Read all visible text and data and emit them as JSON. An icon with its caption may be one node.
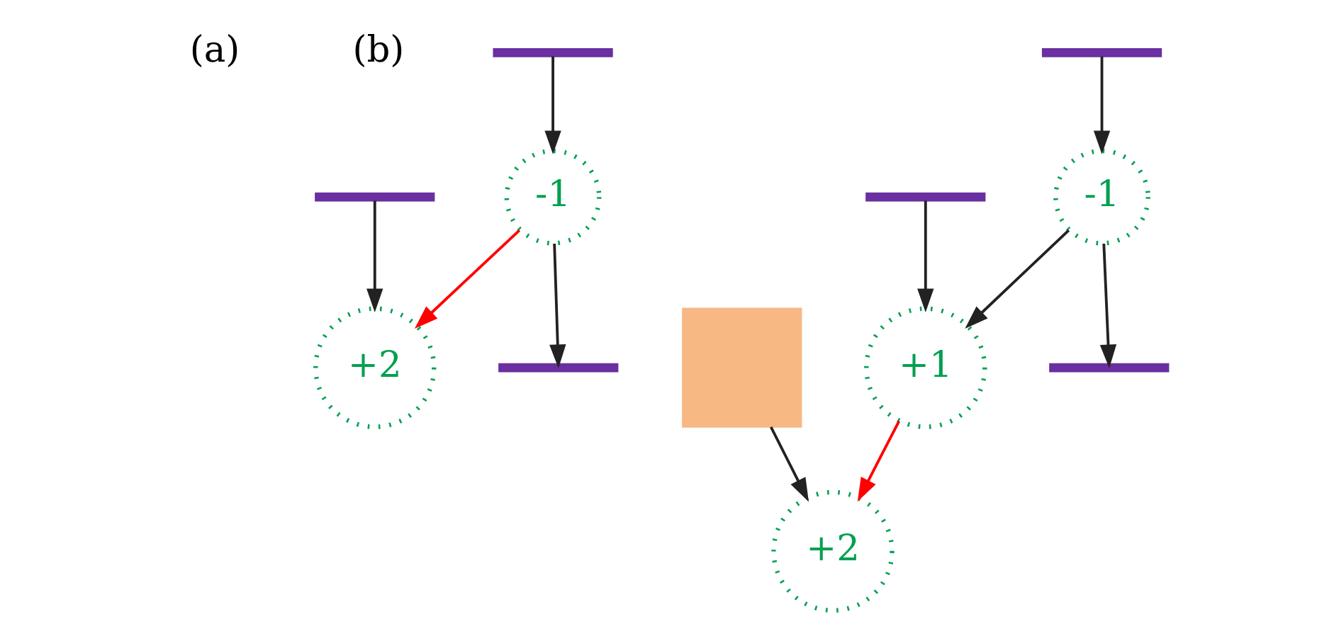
{
  "diagram": {
    "nodes": [
      {
        "text": [],
        "shape": "zigzag"
      },
      {
        "text": [
          "+2"
        ]
      },
      {
        "text": [
          "-1"
        ]
      },
      {
        "text": [],
        "shape": "zigzag"
      },
      {
        "text": [],
        "shape": "zigzag"
      },
      {
        "text": [],
        "shape": "box"
      },
      {
        "text": [],
        "shape": "zigzag"
      },
      {
        "text": [
          "+2"
        ]
      },
      {
        "text": [
          "+1"
        ]
      },
      {
        "text": [
          "-1"
        ]
      },
      {
        "text": [],
        "shape": "zigzag"
      },
      {
        "text": [],
        "shape": "zigzag"
      }
    ],
    "edges": [
      {
        "from": 0,
        "to": 1,
        "arrow": "to"
      },
      {
        "from": 2,
        "to": 1,
        "arrow": "to",
        "color": "#ff0000"
      },
      {
        "from": 3,
        "to": 2,
        "arrow": "to"
      },
      {
        "from": 2,
        "to": 4,
        "arrow": "to"
      },
      {
        "from": 5,
        "to": 7,
        "arrow": "to"
      },
      {
        "from": 8,
        "to": 7,
        "arrow": "to",
        "color": "#ff0000"
      },
      {
        "from": 6,
        "to": 8,
        "arrow": "to"
      },
      {
        "from": 9,
        "to": 8,
        "arrow": "to"
      },
      {
        "from": 10,
        "to": 9,
        "arrow": "to"
      },
      {
        "from": 9,
        "to": 11,
        "arrow": "to"
      }
    ],
    "labels": [
      "(a)",
      "(b)"
    ]
  }
}
